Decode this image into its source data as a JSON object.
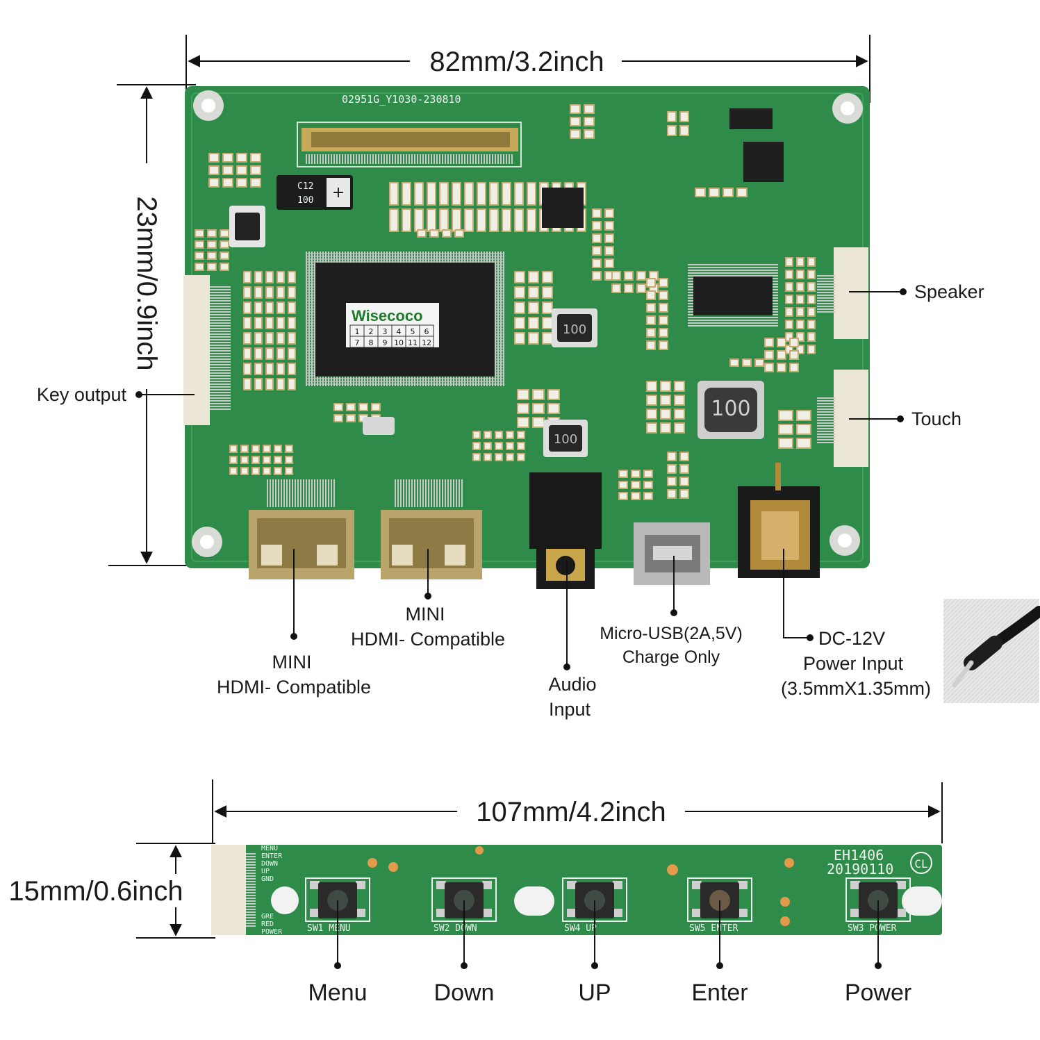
{
  "main_board": {
    "width_label": "82mm/3.2inch",
    "height_label": "23mm/0.9inch",
    "pcb_code": "02951G_Y1030-230810",
    "chip_brand": "Wisecoco",
    "chip_grid": [
      "1",
      "2",
      "3",
      "4",
      "5",
      "6",
      "7",
      "8",
      "9",
      "10",
      "11",
      "12"
    ],
    "inductor_large": "100",
    "inductor_small_1": "100",
    "inductor_small_2": "100",
    "cap_c12_a": "C12",
    "cap_c12_b": "100",
    "labels": {
      "key_output": "Key output",
      "speaker": "Speaker",
      "touch": "Touch",
      "hdmi1_line1": "MINI",
      "hdmi1_line2": "HDMI- Compatible",
      "hdmi2_line1": "MINI",
      "hdmi2_line2": "HDMI- Compatible",
      "audio_line1": "Audio",
      "audio_line2": "Input",
      "usb_line1": "Micro-USB(2A,5V)",
      "usb_line2": "Charge Only",
      "dc_line1": "DC-12V",
      "dc_line2": "Power Input",
      "dc_line3": "(3.5mmX1.35mm)"
    }
  },
  "key_board": {
    "width_label": "107mm/4.2inch",
    "height_label": "15mm/0.6inch",
    "pcb_code_1": "EH1406",
    "pcb_code_2": "20190110",
    "cl_mark": "CL",
    "pin_labels": [
      "MENU",
      "ENTER",
      "DOWN",
      "UP",
      "GND",
      "GRE",
      "RED",
      "POWER"
    ],
    "buttons": [
      {
        "silk": "SW1  MENU",
        "label": "Menu"
      },
      {
        "silk": "SW2  DOWN",
        "label": "Down"
      },
      {
        "silk": "SW4  UP",
        "label": "UP"
      },
      {
        "silk": "SW5  ENTER",
        "label": "Enter"
      },
      {
        "silk": "SW3  POWER",
        "label": "Power"
      }
    ]
  },
  "colors": {
    "pcb_green": "#2e8b4a",
    "pcb_dark": "#1f6e38",
    "gold": "#b8a067",
    "connector": "#e9e4d8",
    "chip": "#1e1e1e"
  }
}
